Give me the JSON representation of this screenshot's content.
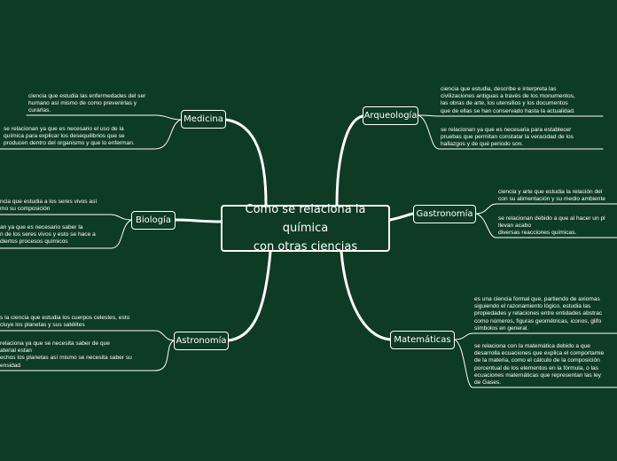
{
  "central": {
    "title": "Como se relaciona la química\ncon otras ciencias"
  },
  "topics": {
    "medicina": {
      "label": "Medicina",
      "leaves": [
        "ciencia que estudia las enfermedades del ser\nhumano así mismo de como prevenirlas y\ncurarlas.",
        "se relacionan ya que es necesario el uso de la\nquímica para explicar los desequilibrios que se\nproducen dentro del organismo y que lo enferman."
      ]
    },
    "biologia": {
      "label": "Biología",
      "leaves": [
        "ncia que estudia a los seres vivos así\nmo su composición",
        "an ya que es necesario saber la\nn de los seres vivos y esto se hace a\ndiertos procesos químicos"
      ]
    },
    "astronomia": {
      "label": "Astronomía",
      "leaves": [
        "s la ciencia que estudia los cuerpos celestes, esto\ncluye los planetas y sus satélites",
        "relaciona ya que se necesita saber de que\naterial estan\nechos los planetas así mismo se necesita saber su\nensidad"
      ]
    },
    "arqueologia": {
      "label": "Arqueología",
      "leaves": [
        "ciencia que estudia, describe e interpreta las\ncivilizaciones antiguas a través de los monumentos,\nlas obras de arte, los utensilios y los documentos\nque de ellas se han conservado hasta la actualidad.",
        "se relacionan ya que es necesaria para establecer\npruebas que permitan constatar la veracidad de los\nhallazgos y de qué periodo son."
      ]
    },
    "gastronomia": {
      "label": "Gastronomía",
      "leaves": [
        "ciencia y arte que estudia la relación del\ncon su alimentación y su medio ambiente",
        "se relacionan debido a que al hacer un pl\nllevan acabo\ndiversas reacciones químicas."
      ]
    },
    "matematicas": {
      "label": "Matemáticas",
      "leaves": [
        "es una ciencia formal que, partiendo de axiomas\nsiguiendo el razonamiento lógico, estudia las\npropiedades y relaciones entre entidades abstrac\ncomo números, figuras geométricas, iconos, glifo\nsímbolos en general.",
        "se relaciona con la matemática debido a que\ndesarrolla ecuaciones que explica el comportamie\nde la materia, como el cálculo de la composición\nporcentual de los elementos en la fórmula, o las\necuaciones matemáticas que representan las ley\nde Gases."
      ]
    }
  },
  "colors": {
    "background": "#0e3b23",
    "line": "#ffffff"
  }
}
